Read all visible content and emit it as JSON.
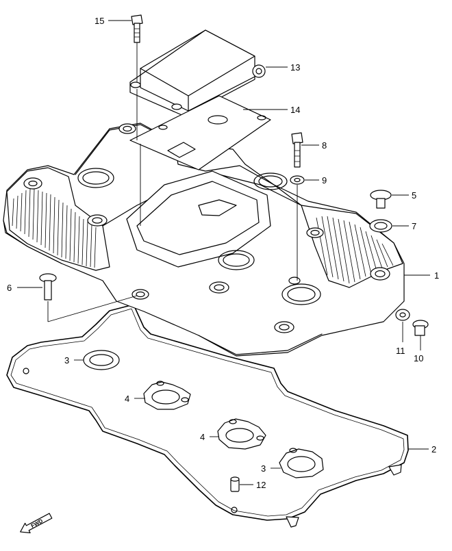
{
  "diagram": {
    "fwd_label": "FWD",
    "callouts": [
      {
        "id": "c1",
        "label": "1"
      },
      {
        "id": "c2",
        "label": "2"
      },
      {
        "id": "c3a",
        "label": "3"
      },
      {
        "id": "c3b",
        "label": "3"
      },
      {
        "id": "c4a",
        "label": "4"
      },
      {
        "id": "c4b",
        "label": "4"
      },
      {
        "id": "c5",
        "label": "5"
      },
      {
        "id": "c6",
        "label": "6"
      },
      {
        "id": "c7",
        "label": "7"
      },
      {
        "id": "c8",
        "label": "8"
      },
      {
        "id": "c9",
        "label": "9"
      },
      {
        "id": "c10",
        "label": "10"
      },
      {
        "id": "c11",
        "label": "11"
      },
      {
        "id": "c12",
        "label": "12"
      },
      {
        "id": "c13",
        "label": "13"
      },
      {
        "id": "c14",
        "label": "14"
      },
      {
        "id": "c15",
        "label": "15"
      }
    ]
  }
}
